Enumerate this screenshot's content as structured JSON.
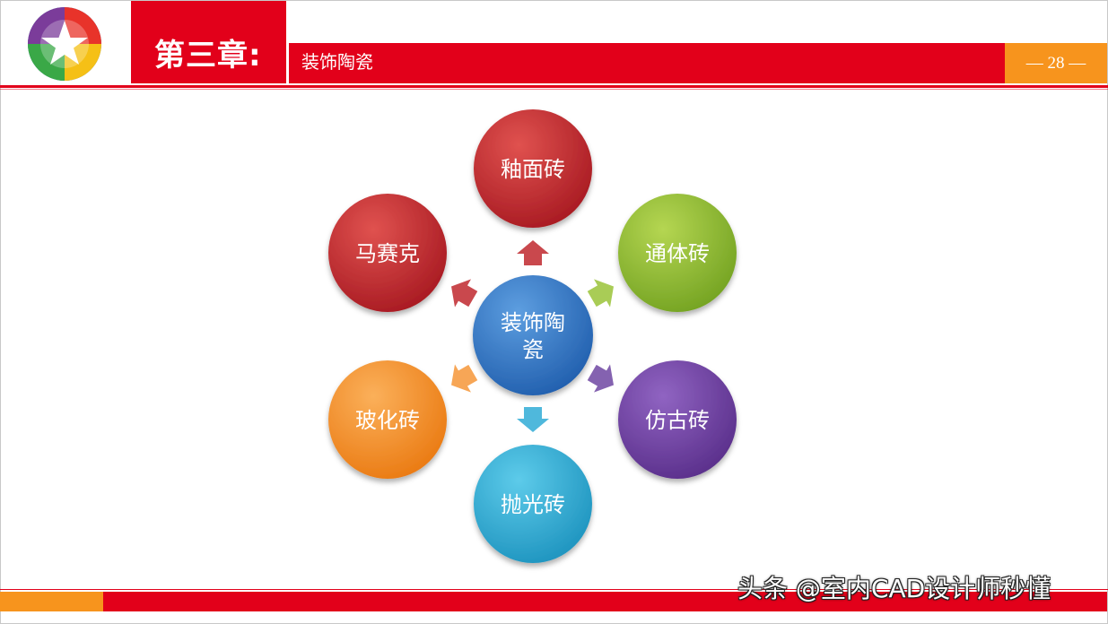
{
  "header": {
    "chapter": "第三章:",
    "title": "装饰陶瓷",
    "page_number": "— 28 —"
  },
  "diagram": {
    "center": {
      "label_line1": "装饰陶",
      "label_line2": "瓷",
      "color": "#2e75c5"
    },
    "nodes": [
      {
        "label": "釉面砖",
        "color": "#c0262e"
      },
      {
        "label": "通体砖",
        "color": "#8dbb2e"
      },
      {
        "label": "仿古砖",
        "color": "#6a3f9c"
      },
      {
        "label": "抛光砖",
        "color": "#2aa7cf"
      },
      {
        "label": "玻化砖",
        "color": "#f28a1e"
      },
      {
        "label": "马赛克",
        "color": "#c0262e"
      }
    ]
  },
  "colors": {
    "accent_red": "#e2001a",
    "accent_orange": "#f7941d"
  },
  "watermark": "头条 @室内CAD设计师秒懂"
}
